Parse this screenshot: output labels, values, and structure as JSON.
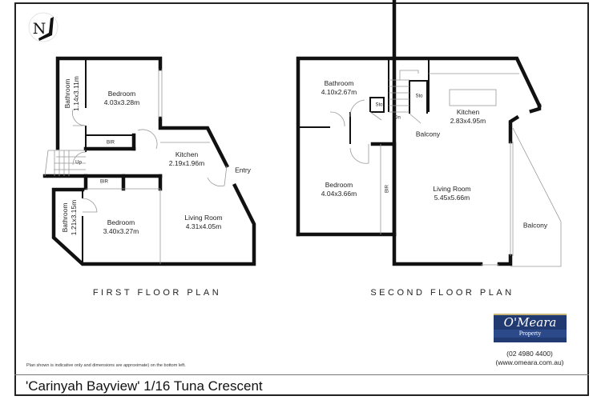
{
  "compass": {
    "letter": "N"
  },
  "first_floor": {
    "title": "FIRST FLOOR PLAN",
    "rooms": [
      {
        "name": "Bathroom",
        "dims": "1.14x3.11m"
      },
      {
        "name": "Bedroom",
        "dims": "4.03x3.28m"
      },
      {
        "name": "BIR"
      },
      {
        "name": "Kitchen",
        "dims": "2.19x1.96m"
      },
      {
        "name": "Entry"
      },
      {
        "name": "Up"
      },
      {
        "name": "BIR"
      },
      {
        "name": "Bathroom",
        "dims": "1.21x3.15m"
      },
      {
        "name": "Bedroom",
        "dims": "3.40x3.27m"
      },
      {
        "name": "Living Room",
        "dims": "4.31x4.05m"
      }
    ]
  },
  "second_floor": {
    "title": "SECOND FLOOR PLAN",
    "rooms": [
      {
        "name": "Bathroom",
        "dims": "4.10x2.67m"
      },
      {
        "name": "Sto"
      },
      {
        "name": "Sto"
      },
      {
        "name": "Dn"
      },
      {
        "name": "Kitchen",
        "dims": "2.83x4.95m"
      },
      {
        "name": "Balcony"
      },
      {
        "name": "Bedroom",
        "dims": "4.04x3.66m"
      },
      {
        "name": "BIR"
      },
      {
        "name": "Living Room",
        "dims": "5.45x5.66m"
      },
      {
        "name": "Balcony"
      }
    ]
  },
  "agency": {
    "name": "O'Meara",
    "sub": "Property",
    "phone": "(02 4980 4400)",
    "website": "(www.omeara.com.au)"
  },
  "disclaimer": "Plan shown is indicative only and dimensions are approximate) on the bottom left.",
  "address": "'Carinyah Bayview' 1/16 Tuna Crescent"
}
